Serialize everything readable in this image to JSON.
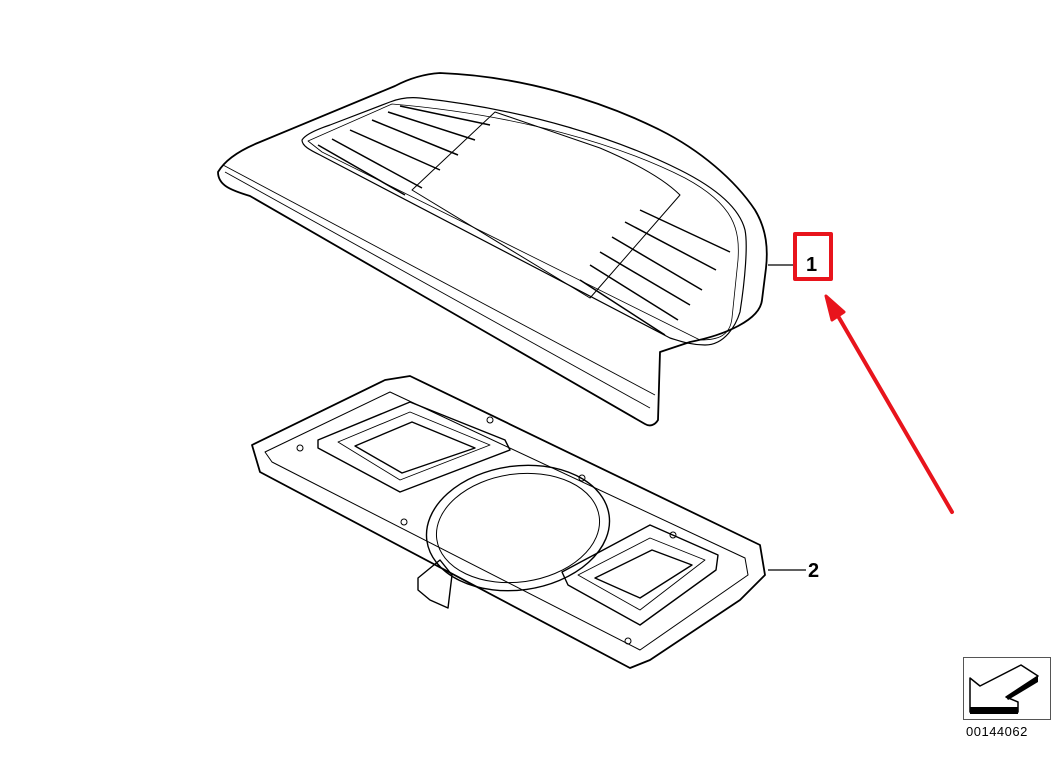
{
  "diagram": {
    "type": "exploded parts diagram",
    "parts": [
      {
        "number": "1",
        "description": "Dashboard trim panel with air vents and display cutout",
        "highlighted": true
      },
      {
        "number": "2",
        "description": "Mounting frame / carrier with speaker ring and vent ducts",
        "highlighted": false
      }
    ],
    "labels": {
      "part1": "1",
      "part2": "2"
    },
    "annotation": {
      "type": "arrow",
      "color": "#e8141c",
      "points_to": "1"
    },
    "highlight_color": "#e8141c",
    "footer": {
      "icon": "direction-arrow-icon",
      "document_number": "00144062"
    }
  }
}
